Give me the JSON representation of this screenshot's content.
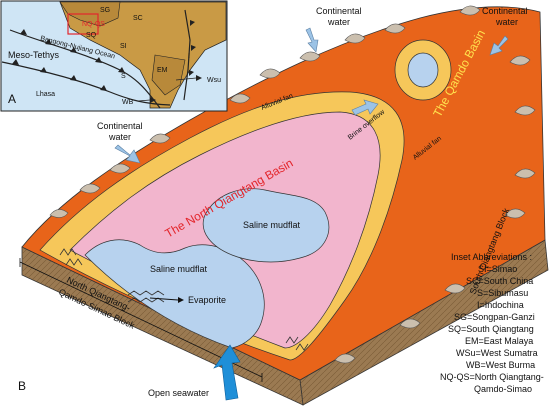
{
  "panel_a": {
    "letter": "A",
    "labels": {
      "nq_qs": "NQ-QS",
      "sg": "SG",
      "sc": "SC",
      "sq": "SQ",
      "si": "SI",
      "em": "EM",
      "s": "S",
      "i": "I",
      "meso_tethys": "Meso-Tethys",
      "bangong": "Bangong-Nujiang Ocean",
      "lhasa": "Lhasa",
      "wsu": "Wsu",
      "wb": "WB"
    }
  },
  "panel_b": {
    "letter": "B",
    "labels": {
      "continental_water_left": "Continental",
      "continental_water_left_2": "water",
      "continental_water_mid": "Continental",
      "continental_water_mid_2": "water",
      "continental_water_right": "Continental",
      "continental_water_right_2": "water",
      "alluvial_fan_1": "Alluvial fan",
      "alluvial_fan_2": "Alluvial fan",
      "brine_overflow": "Brine overflow",
      "qamdo_basin": "The Qamdo Basin",
      "north_qiangtang_basin": "The North Qiangtang Basin",
      "saline_mudflat_1": "Saline mudflat",
      "saline_mudflat_2": "Saline mudflat",
      "evaporite": "Evaporite",
      "open_seawater": "Open seawater",
      "south_qiangtang_block": "South Qiangtang Block",
      "nq_block_line1": "North Qiangtang-",
      "nq_block_line2": "Qamdo-Simao  Block"
    }
  },
  "inset_abbreviations": {
    "title": "Inset Abbreviations :",
    "items": [
      "SI=Simao",
      "SC=South China",
      "S=Sibumasu",
      "I=Indochina",
      "SG=Songpan-Ganzi",
      "SQ=South Qiangtang",
      "EM=East Malaya",
      "WSu=West Sumatra",
      "WB=West Burma",
      "NQ-QS=North Qiangtang-",
      "Qamdo-Simao"
    ]
  },
  "colors": {
    "orange_fan": "#e8641a",
    "yellow_margin": "#f6c75a",
    "pink_basin": "#f2b5cd",
    "blue_mudflat": "#b7d2ee",
    "arrow_blue": "#9cc3e6",
    "open_seawater_arrow": "#1f8fd8",
    "side_brown": "#9b7a52",
    "inset_land": "#c99a45",
    "inset_ocean": "#cfe5f5"
  }
}
